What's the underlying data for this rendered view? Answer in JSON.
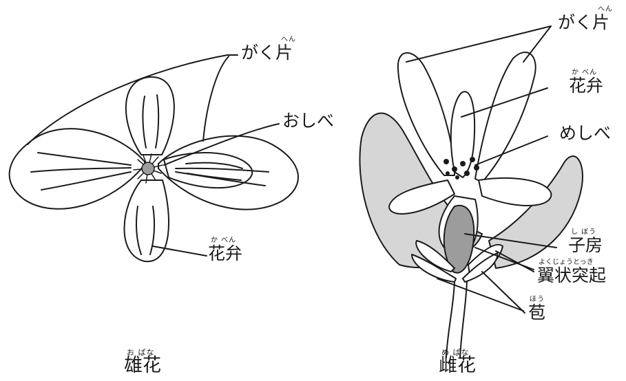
{
  "male_flower": {
    "caption": {
      "text": "雄花",
      "ruby": "お ばな"
    },
    "labels": {
      "sepal": {
        "text": "がく片",
        "ruby": "へん"
      },
      "stamen": {
        "text": "おしべ",
        "ruby": ""
      },
      "petal": {
        "text": "花弁",
        "ruby": "か べん"
      }
    }
  },
  "female_flower": {
    "caption": {
      "text": "雌花",
      "ruby": "め ばな"
    },
    "labels": {
      "sepal": {
        "text": "がく片",
        "ruby": "へん"
      },
      "petal": {
        "text": "花弁",
        "ruby": "か べん"
      },
      "pistil": {
        "text": "めしべ",
        "ruby": ""
      },
      "ovary": {
        "text": "子房",
        "ruby": "し ぼう"
      },
      "wing": {
        "text": "翼状突起",
        "ruby": "よくじょうとっき"
      },
      "bract": {
        "text": "苞",
        "ruby": "ほう"
      }
    }
  },
  "colors": {
    "line": "#1a1a1a",
    "sepal_fill": "#d6d6d6",
    "ovary_fill": "#9c9c9c",
    "bg": "#ffffff"
  }
}
